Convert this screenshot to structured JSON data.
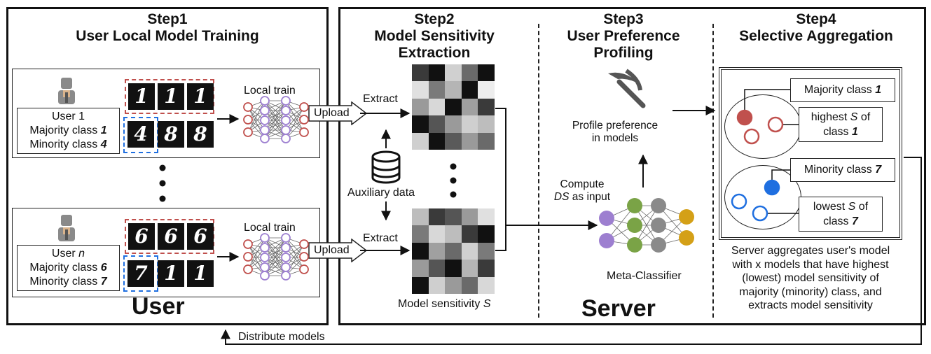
{
  "steps": {
    "s1": {
      "line1": "Step1",
      "line2": "User Local Model Training"
    },
    "s2": {
      "line1": "Step2",
      "line2": "Model Sensitivity",
      "line3": "Extraction"
    },
    "s3": {
      "line1": "Step3",
      "line2": "User Preference",
      "line3": "Profiling"
    },
    "s4": {
      "line1": "Step4",
      "line2": "Selective Aggregation"
    }
  },
  "user1": {
    "name": "User 1",
    "majority_prefix": "Majority class ",
    "majority_val": "1",
    "minority_prefix": "Minority class ",
    "minority_val": "4",
    "digits": [
      "1",
      "1",
      "1",
      "4",
      "8",
      "8"
    ]
  },
  "usern": {
    "name_prefix": "User ",
    "name_var": "n",
    "majority_prefix": "Majority class ",
    "majority_val": "6",
    "minority_prefix": "Minority class ",
    "minority_val": "7",
    "digits": [
      "6",
      "6",
      "6",
      "7",
      "1",
      "1"
    ]
  },
  "labels": {
    "local_train": "Local train",
    "upload": "Upload",
    "extract": "Extract",
    "auxiliary": "Auxiliary data",
    "model_sensitivity_prefix": "Model sensitivity ",
    "model_sensitivity_var": "S",
    "profile_line1": "Profile preference",
    "profile_line2": "in models",
    "compute_line1": "Compute",
    "compute_var": "DS",
    "compute_suffix": " as input",
    "meta_classifier": "Meta-Classifier",
    "user_big": "User",
    "server_big": "Server",
    "distribute": "Distribute models"
  },
  "aggregation": {
    "majority_prefix": "Majority class ",
    "majority_val": "1",
    "highest_line1_prefix": "highest ",
    "highest_var": "S",
    "highest_line1_suffix": " of",
    "highest_line2_prefix": "class ",
    "highest_val": "1",
    "minority_prefix": "Minority class ",
    "minority_val": "7",
    "lowest_line1_prefix": "lowest ",
    "lowest_var": "S",
    "lowest_line1_suffix": " of",
    "lowest_line2_prefix": "class ",
    "lowest_val": "7",
    "desc": [
      "Server aggregates user's model",
      "with x models that have highest",
      "(lowest) model sensitivity of",
      "majority (minority) class, and",
      "extracts model sensitivity"
    ]
  },
  "colors": {
    "red": "#c0504d",
    "blue": "#1f6fe0",
    "purple": "#9d7fd0",
    "green": "#7aa346",
    "gray": "#8a8a8a",
    "gold": "#d4a017"
  }
}
